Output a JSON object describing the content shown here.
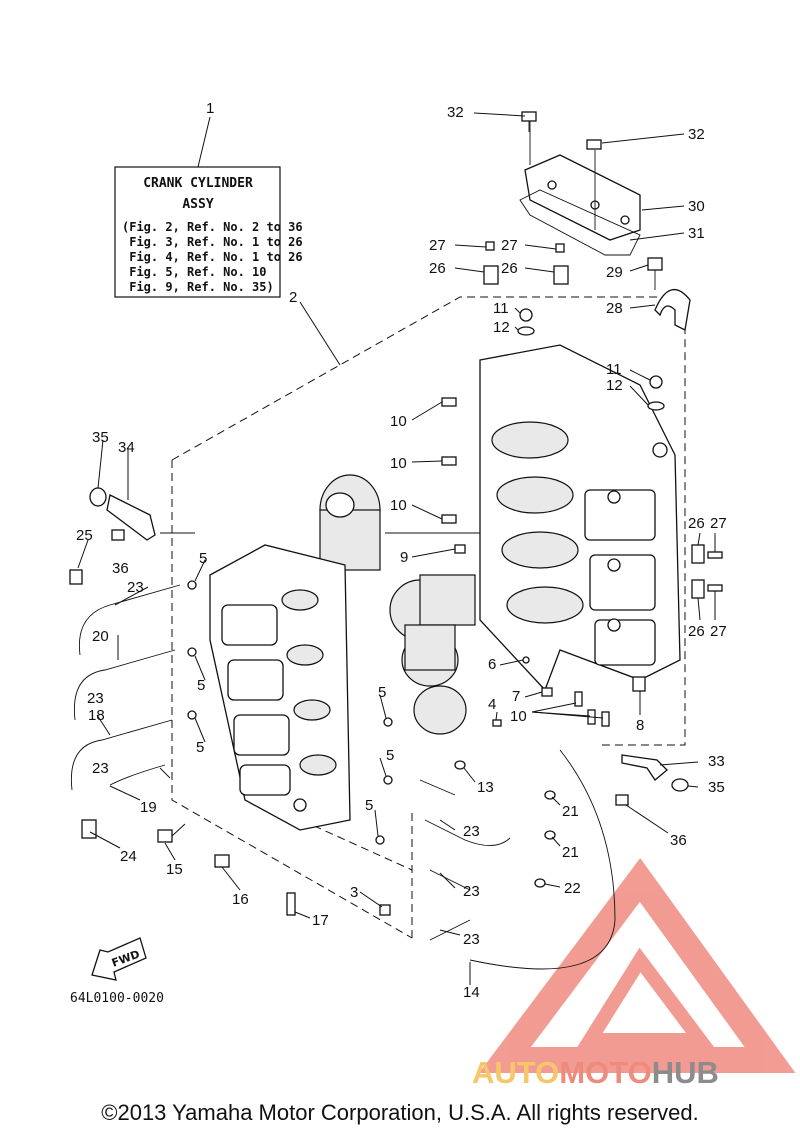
{
  "ref_box": {
    "title_line1": "CRANK CYLINDER",
    "title_line2": "ASSY",
    "lines": [
      "(Fig. 2, Ref. No. 2 to 36",
      " Fig. 3, Ref. No. 1 to 26",
      " Fig. 4, Ref. No. 1 to 26",
      " Fig. 5, Ref. No. 10",
      " Fig. 9, Ref. No. 35)"
    ]
  },
  "callouts": [
    "1",
    "2",
    "3",
    "4",
    "5",
    "6",
    "7",
    "8",
    "9",
    "10",
    "11",
    "12",
    "13",
    "14",
    "15",
    "16",
    "17",
    "18",
    "19",
    "20",
    "21",
    "22",
    "23",
    "24",
    "25",
    "26",
    "27",
    "28",
    "29",
    "30",
    "31",
    "32",
    "33",
    "34",
    "35",
    "36"
  ],
  "fwd_label": "FWD",
  "part_number": "64L0100-0020",
  "copyright": "©2013 Yamaha Motor Corporation, U.S.A. All rights reserved.",
  "watermark": {
    "part1": "AUTO",
    "part2": "MOTO",
    "part3": "HUB",
    "colors": {
      "logo": "#e84a3a",
      "auto": "#f6c66a",
      "moto": "#ef8b7c",
      "hub": "#8c8c8c"
    }
  }
}
